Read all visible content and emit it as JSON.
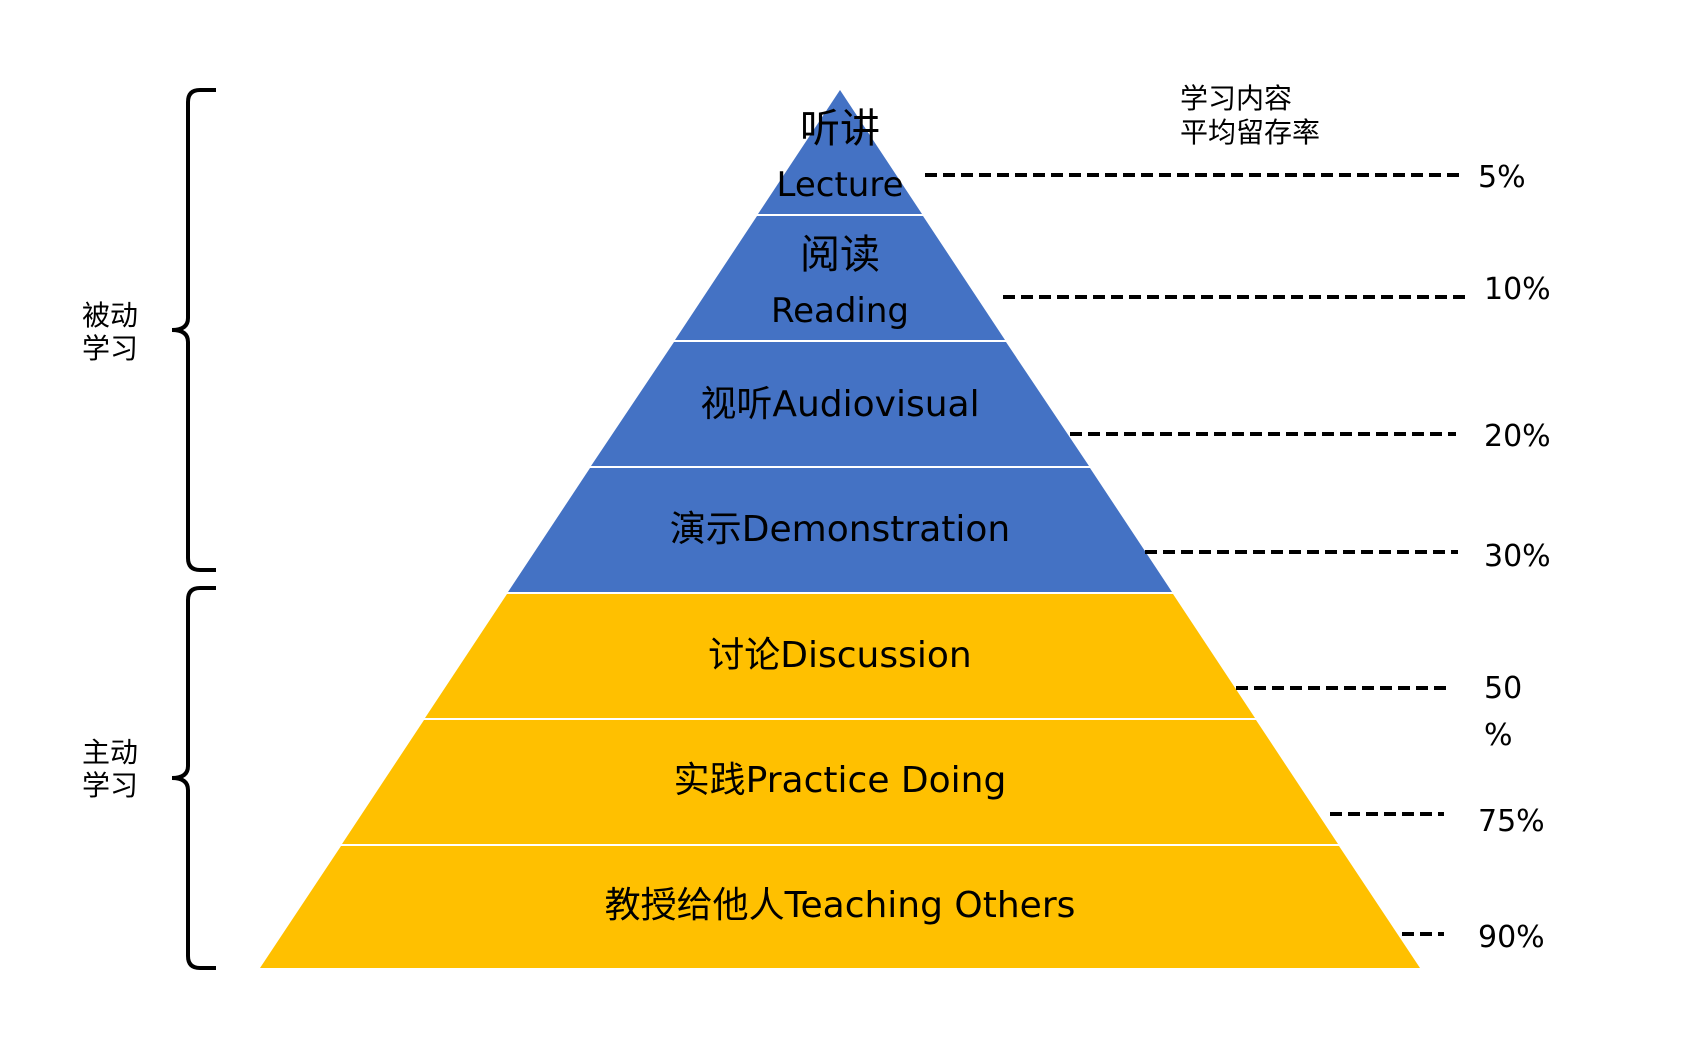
{
  "colors": {
    "passive": "#4472C4",
    "active": "#FFC000",
    "text": "#000000",
    "divider": "#ffffff"
  },
  "header": {
    "line1": "学习内容",
    "line2": "平均留存率"
  },
  "groups": {
    "passive": {
      "line1": "被动",
      "line2": "学习"
    },
    "active": {
      "line1": "主动",
      "line2": "学习"
    }
  },
  "layers": [
    {
      "zh": "听讲",
      "en": "Lecture",
      "rate": "5%",
      "group": "passive"
    },
    {
      "zh": "阅读",
      "en": "Reading",
      "rate": "10%",
      "group": "passive"
    },
    {
      "label": "视听Audiovisual",
      "rate": "20%",
      "group": "passive"
    },
    {
      "label": "演示Demonstration",
      "rate": "30%",
      "group": "passive"
    },
    {
      "label": "讨论Discussion",
      "rate_line1": "50",
      "rate_line2": "%",
      "group": "active"
    },
    {
      "label": "实践Practice Doing",
      "rate": "75%",
      "group": "active"
    },
    {
      "label": "教授给他人Teaching Others",
      "rate": "90%",
      "group": "active"
    }
  ]
}
